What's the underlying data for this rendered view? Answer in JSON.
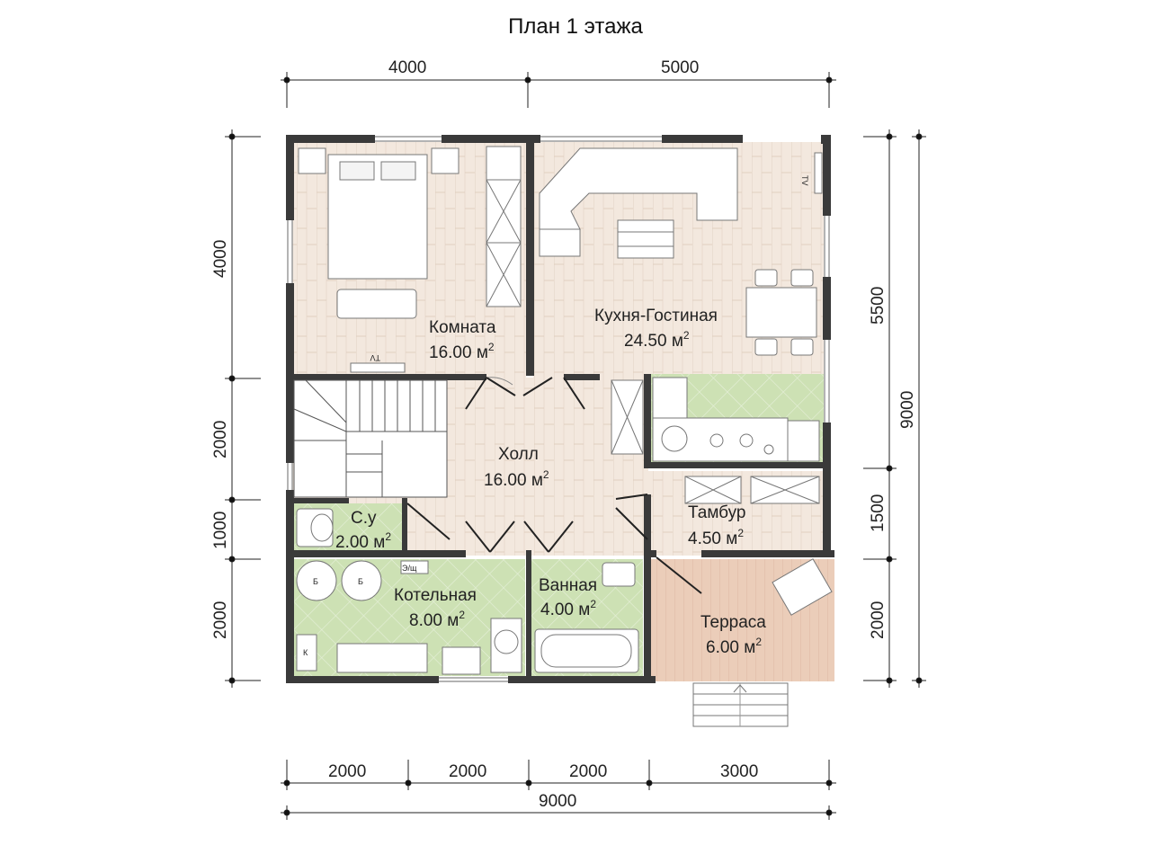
{
  "title": "План 1 этажа",
  "dimensions": {
    "top": [
      "4000",
      "5000"
    ],
    "left": [
      "4000",
      "2000",
      "1000",
      "2000"
    ],
    "right_inner": [
      "5500",
      "1500",
      "2000"
    ],
    "right_total": "9000",
    "bottom": [
      "2000",
      "2000",
      "2000",
      "3000"
    ],
    "bottom_total": "9000"
  },
  "rooms": {
    "komnata": {
      "name": "Комната",
      "area": "16.00 м",
      "sup": "2"
    },
    "kitchen": {
      "name": "Кухня-Гостиная",
      "area": "24.50 м",
      "sup": "2"
    },
    "hall": {
      "name": "Холл",
      "area": "16.00 м",
      "sup": "2"
    },
    "wc": {
      "name": "С.у",
      "area": "2.00 м",
      "sup": "2"
    },
    "boiler": {
      "name": "Котельная",
      "area": "8.00 м",
      "sup": "2"
    },
    "bath": {
      "name": "Ванная",
      "area": "4.00 м",
      "sup": "2"
    },
    "tambur": {
      "name": "Тамбур",
      "area": "4.50 м",
      "sup": "2"
    },
    "terrace": {
      "name": "Терраса",
      "area": "6.00 м",
      "sup": "2"
    }
  },
  "labels": {
    "tv1": "ТV",
    "tv2": "ТV",
    "boiler_b1": "Б",
    "boiler_b2": "Б",
    "panel": "Э/щ",
    "k": "К"
  },
  "colors": {
    "wall": "#3a3a3a",
    "wood_floor": "#f2e6dc",
    "tile_floor": "#cfe0b8",
    "terrace_floor": "#e9c9b6"
  }
}
